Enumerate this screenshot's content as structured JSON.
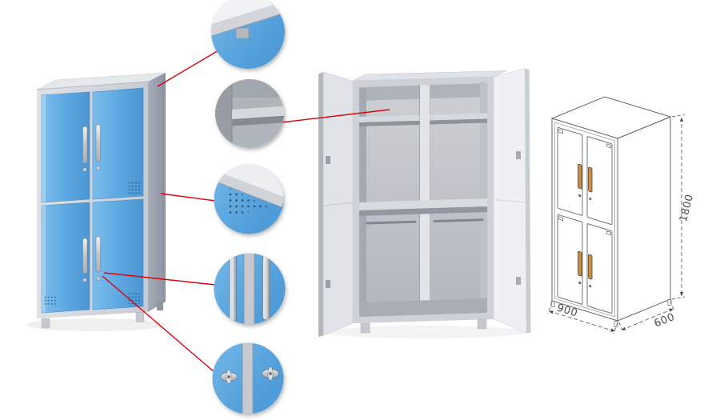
{
  "scene": {
    "name": "four-door-steel-locker-product-views",
    "background_color": "#ffffff"
  },
  "dimension_drawing": {
    "height_label": "1800",
    "width_label": "900",
    "depth_label": "600"
  },
  "views": [
    {
      "name": "closed-cabinet-render"
    },
    {
      "name": "open-cabinet-render"
    },
    {
      "name": "dimension-wireframe"
    }
  ],
  "callouts": [
    {
      "name": "top-corner-detail"
    },
    {
      "name": "interior-shelf-detail"
    },
    {
      "name": "ventilation-holes-detail"
    },
    {
      "name": "door-handles-detail"
    },
    {
      "name": "cam-locks-detail"
    }
  ],
  "colors": {
    "door_blue": "#5da9e2",
    "frame_gray": "#ced2d8",
    "interior_gray": "#c3c7cd",
    "leader_line_red": "#e1000a",
    "wireframe_handle_orange": "#d28f42",
    "dimension_text": "#4a4f55"
  }
}
